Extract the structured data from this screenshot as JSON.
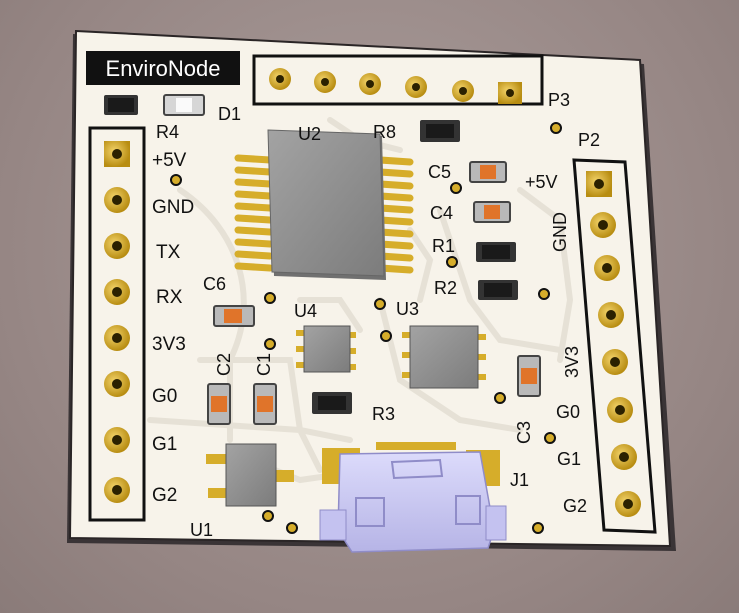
{
  "board": {
    "title": "EnviroNode",
    "colors": {
      "board": "#f7f3ea",
      "silkscreen": "#111111",
      "gold": "#d6ad2a",
      "chip": "#8f8f8f",
      "connector": "#c9c8f2",
      "capacitor": "#e0742a"
    }
  },
  "labels": {
    "d1": "D1",
    "r4": "R4",
    "u2": "U2",
    "r8": "R8",
    "p3": "P3",
    "p2": "P2",
    "c5": "C5",
    "c4": "C4",
    "r1": "R1",
    "r2": "R2",
    "c6": "C6",
    "u4": "U4",
    "u3": "U3",
    "c2": "C2",
    "c1": "C1",
    "r3": "R3",
    "c3": "C3",
    "j1": "J1",
    "u1": "U1"
  },
  "left_header": {
    "pins": [
      "+5V",
      "GND",
      "TX",
      "RX",
      "3V3",
      "G0",
      "G1",
      "G2"
    ]
  },
  "right_header": {
    "pins": [
      "+5V",
      "GND",
      "3V3",
      "G0",
      "G1",
      "G2"
    ]
  }
}
